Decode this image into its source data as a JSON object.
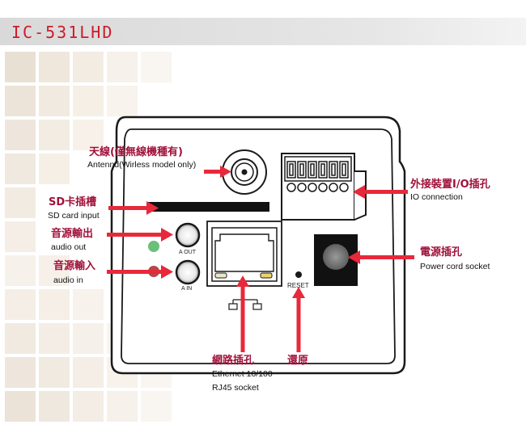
{
  "header": {
    "title": "IC-531LHD"
  },
  "labels": {
    "antenna": {
      "zh": "天線(僅無線機種有)",
      "en": "Antennd(Wirless model only)"
    },
    "sd": {
      "zh": "SD卡插槽",
      "en": "SD card input"
    },
    "audio_out": {
      "zh": "音源輸出",
      "en": "audio out"
    },
    "audio_in": {
      "zh": "音源輸入",
      "en": "audio in"
    },
    "io": {
      "zh": "外接裝置I/O插孔",
      "en": "IO connection"
    },
    "power": {
      "zh": "電源插孔",
      "en": "Power cord socket"
    },
    "ethernet": {
      "zh": "網路插孔",
      "en1": "Ethernet 10/100",
      "en2": "RJ45 socket"
    },
    "reset": {
      "zh": "還原"
    }
  },
  "panel_text": {
    "a_out": "A OUT",
    "a_in": "A IN",
    "reset": "RESET"
  },
  "colors": {
    "accent": "#cc1b2b",
    "arrow": "#e8283b",
    "label": "#a0113a",
    "led_green": "#6bbf7a",
    "led_red": "#b04a4a"
  }
}
